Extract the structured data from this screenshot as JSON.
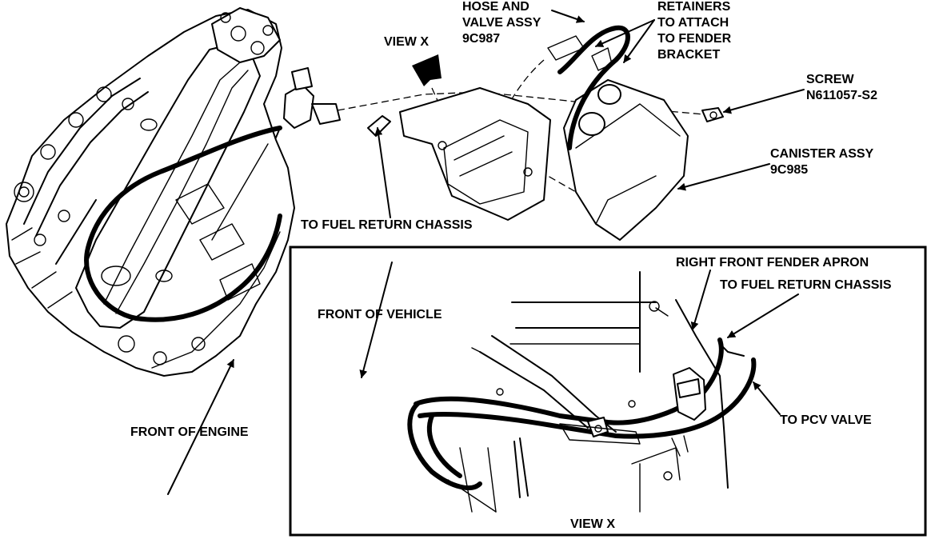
{
  "labels": {
    "hose_valve": [
      "HOSE AND",
      "VALVE ASSY",
      "9C987"
    ],
    "retainers": [
      "RETAINERS",
      "TO ATTACH",
      "TO FENDER",
      "BRACKET"
    ],
    "view_x_top": "VIEW X",
    "screw": [
      "SCREW",
      "N611057-S2"
    ],
    "canister": [
      "CANISTER ASSY",
      "9C985"
    ],
    "fuel_return_top": "TO FUEL RETURN CHASSIS",
    "fender_apron": "RIGHT FRONT FENDER APRON",
    "fuel_return_inset": "TO FUEL RETURN CHASSIS",
    "front_vehicle": "FRONT OF VEHICLE",
    "pcv_valve": "TO PCV VALVE",
    "front_engine": "FRONT OF ENGINE",
    "view_x_bottom": "VIEW X"
  },
  "colors": {
    "ink": "#000000",
    "paper": "#ffffff"
  }
}
